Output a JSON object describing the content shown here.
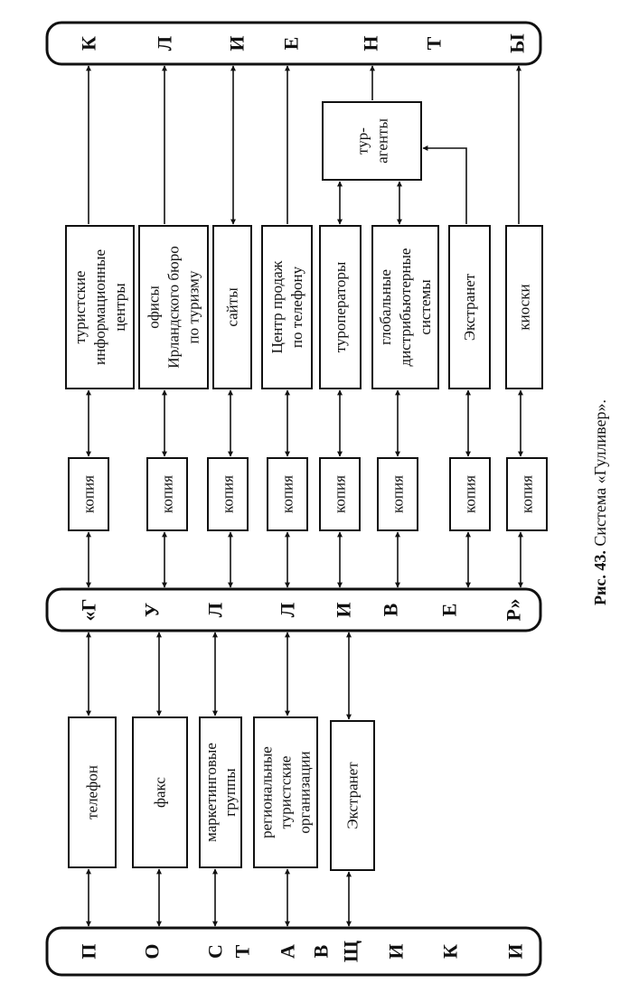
{
  "clients_bar": [
    "К",
    "Л",
    "И",
    "Е",
    "Н",
    "Т",
    "Ы"
  ],
  "gulliver_bar": [
    "«Г",
    "У",
    "Л",
    "Л",
    "И",
    "В",
    "Е",
    "Р»"
  ],
  "suppliers_bar": [
    "П",
    "О",
    "С",
    "Т",
    "А",
    "В",
    "Щ",
    "И",
    "К",
    "И"
  ],
  "supplier_boxes": [
    [
      "телефон"
    ],
    [
      "факс"
    ],
    [
      "маркетинговые",
      "группы"
    ],
    [
      "региональные",
      "туристские",
      "организации"
    ],
    [
      "Экстранет"
    ]
  ],
  "copy_label": "копия",
  "channel_boxes": [
    [
      "туристские",
      "информационные",
      "центры"
    ],
    [
      "офисы",
      "Ирландского бюро",
      "по туризму"
    ],
    [
      "сайты"
    ],
    [
      "Центр продаж",
      "по телефону"
    ],
    [
      "туроператоры"
    ],
    [
      "глобальные",
      "дистрибьютерные",
      "системы"
    ],
    [
      "Экстранет"
    ],
    [
      "киоски"
    ]
  ],
  "agents_box": [
    "тур-",
    "агенты"
  ],
  "caption": {
    "label": "Рис. 43.",
    "text": " Система «Гулливер»."
  }
}
